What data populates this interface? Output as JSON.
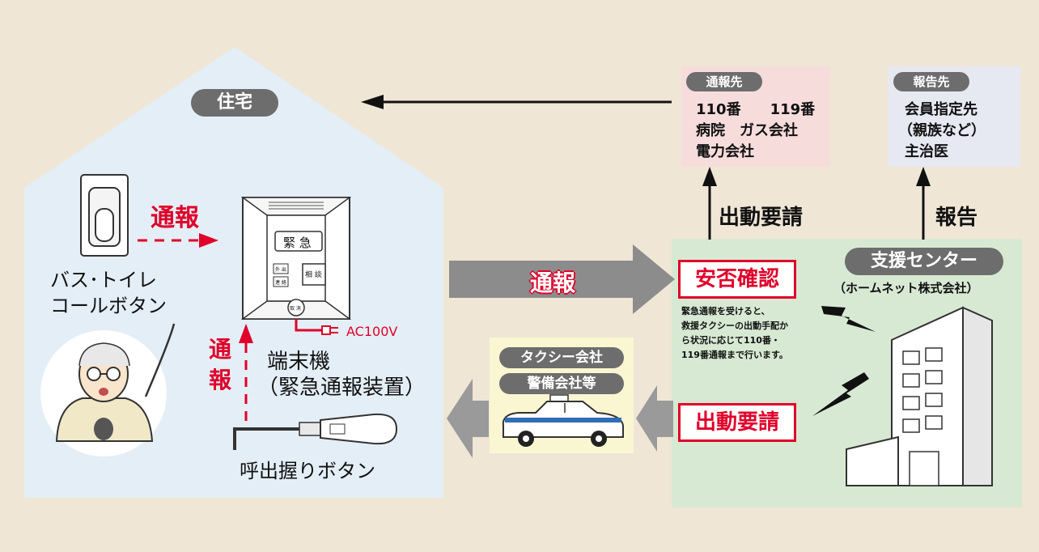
{
  "colors": {
    "background": "#efe6d6",
    "house": "#e4eef6",
    "support_center": "#d7e9d3",
    "report_dest": "#e6e8f2",
    "notify_dest": "#f7dcdc",
    "taxi_box": "#faf6d2",
    "accent_red": "#e0002a",
    "arrow_gray": "#8c8c8c",
    "pill_gray": "#6d6d6d"
  },
  "house": {
    "title": "住宅",
    "bath_button_label_1": "バス･トイレ",
    "bath_button_label_2": "コールボタン",
    "notify_h": "通報",
    "notify_v_1": "通",
    "notify_v_2": "報",
    "power": "AC100V",
    "terminal_label_1": "端末機",
    "terminal_label_2": "（緊急通報装置）",
    "grip_button_label": "呼出握りボタン",
    "device": {
      "emergency": "緊 急",
      "consult": "相 談",
      "out": "外 出",
      "contact": "連 絡",
      "cancel": "取 消"
    }
  },
  "main_flow": {
    "notify": "通報"
  },
  "notify_dest": {
    "title": "通報先",
    "line1": "110番　　119番",
    "line2": "病院　ガス会社",
    "line3": "電力会社"
  },
  "report_dest": {
    "title": "報告先",
    "line1": "会員指定先",
    "line2": "（親族など）",
    "line3": "主治医"
  },
  "dispatch_request_up": "出動要請",
  "report_up": "報告",
  "support_center": {
    "title": "支援センター",
    "subtitle": "（ホームネット株式会社）",
    "safety_check": "安否確認",
    "desc_1": "緊急通報を受けると、",
    "desc_2": "救援タクシーの出動手配か",
    "desc_3": "ら状況に応じて110番・",
    "desc_4": "119番通報まで行います。",
    "dispatch_request": "出動要請"
  },
  "taxi": {
    "title_1": "タクシー会社",
    "title_2": "警備会社等"
  }
}
